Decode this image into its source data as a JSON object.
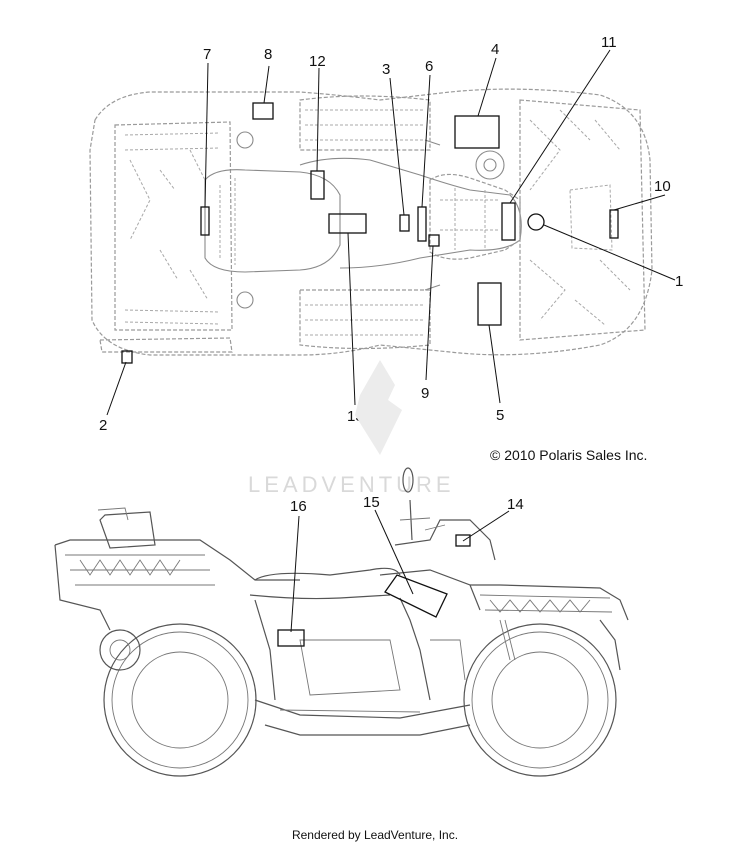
{
  "copyright": "© 2010 Polaris Sales Inc.",
  "watermark": "LEADVENTURE",
  "footer": "Rendered by LeadVenture, Inc.",
  "callouts": [
    "1",
    "2",
    "3",
    "4",
    "5",
    "6",
    "7",
    "8",
    "9",
    "10",
    "11",
    "12",
    "13",
    "14",
    "15",
    "16"
  ]
}
